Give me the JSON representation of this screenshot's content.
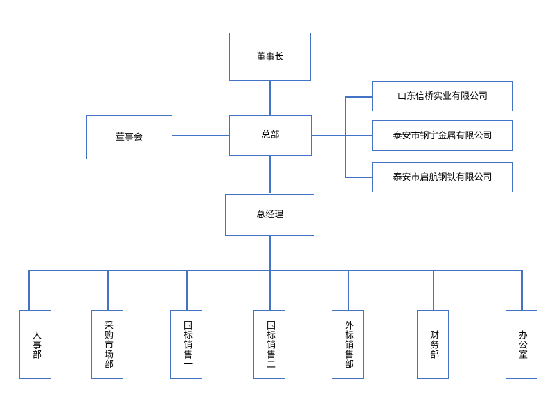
{
  "chart_title": "",
  "theme": {
    "line_color": "#4472c4",
    "node_border": "#4472c4",
    "node_fill": "#ffffff",
    "text_color": "#000000",
    "background": "#ffffff"
  },
  "nodes": {
    "chairman": {
      "label": "董事长"
    },
    "board": {
      "label": "董事会"
    },
    "headquarters": {
      "label": "总部"
    },
    "general_manager": {
      "label": "总经理"
    },
    "subsidiaries": [
      {
        "label": "山东信桥实业有限公司"
      },
      {
        "label": "泰安市钢宇金属有限公司"
      },
      {
        "label": "泰安市启航钢铁有限公司"
      }
    ],
    "departments": [
      {
        "label": "人事部"
      },
      {
        "label": "采购市场部"
      },
      {
        "label": "国标销售一"
      },
      {
        "label": "国标销售二"
      },
      {
        "label": "外标销售部"
      },
      {
        "label": "财务部"
      },
      {
        "label": "办公室"
      }
    ]
  }
}
